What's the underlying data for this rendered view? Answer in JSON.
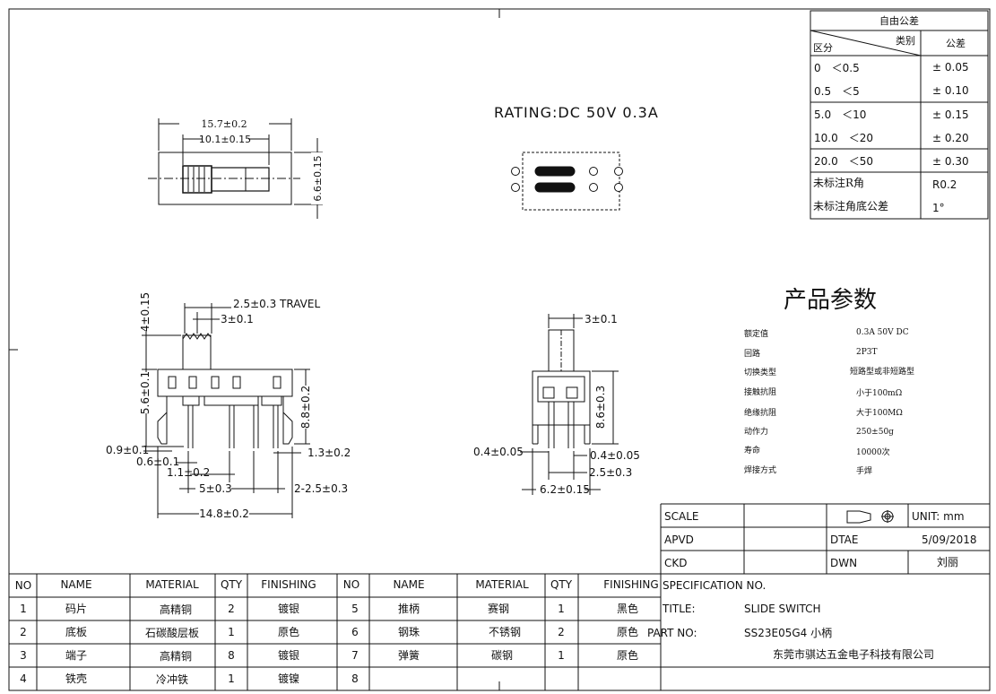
{
  "rating": "RATING:DC 50V 0.3A",
  "tolerance_table": {
    "title": "自由公差",
    "col_category": "类别",
    "col_section": "区分",
    "col_tolerance": "公差",
    "rows": [
      {
        "range": "0　＜0.5",
        "tol": "± 0.05"
      },
      {
        "range": "0.5　＜5",
        "tol": "± 0.10"
      },
      {
        "range": "5.0　＜10",
        "tol": "± 0.15"
      },
      {
        "range": "10.0　＜20",
        "tol": "± 0.20"
      },
      {
        "range": "20.0　＜50",
        "tol": "± 0.30"
      },
      {
        "range": "未标注R角",
        "tol": "R0.2"
      },
      {
        "range": "未标注角底公差",
        "tol": "1°"
      }
    ]
  },
  "params": {
    "title": "产品参数",
    "rows": [
      {
        "k": "额定值",
        "v": "0.3A 50V DC"
      },
      {
        "k": "回路",
        "v": "2P3T"
      },
      {
        "k": "切换类型",
        "v": "短路型或非短路型"
      },
      {
        "k": "接触抗阻",
        "v": "小于100mΩ"
      },
      {
        "k": "绝缘抗阻",
        "v": "大于100MΩ"
      },
      {
        "k": "动作力",
        "v": "250±50g"
      },
      {
        "k": "寿命",
        "v": "10000次"
      },
      {
        "k": "焊接方式",
        "v": "手焊"
      }
    ]
  },
  "dims": {
    "top_overall": "15.7±0.2",
    "top_inner": "10.1±0.15",
    "top_height": "6.6±0.15",
    "travel": "2.5±0.3 TRAVEL",
    "front_3": "3±0.1",
    "front_4": "4±0.15",
    "front_56": "5.6±0.1",
    "front_88": "8.8±0.2",
    "front_09": "0.9±0.1",
    "front_06": "0.6±0.1",
    "front_11": "1.1±0.2",
    "front_13": "1.3±0.2",
    "front_5": "5±0.3",
    "front_225": "2-2.5±0.3",
    "front_148": "14.8±0.2",
    "side_3": "3±0.1",
    "side_86": "8.6±0.3",
    "side_04a": "0.4±0.05",
    "side_04b": "0.4±0.05",
    "side_25": "2.5±0.3",
    "side_62": "6.2±0.15"
  },
  "title_block": {
    "scale_label": "SCALE",
    "unit": "UNIT: mm",
    "apvd_label": "APVD",
    "date_label": "DTAE",
    "date_value": "5/09/2018",
    "ckd_label": "CKD",
    "dwn_label": "DWN",
    "dwn_value": "刘丽",
    "spec": "SPECIFICATION NO.",
    "title_label": "TITLE:",
    "title_value": "SLIDE SWITCH",
    "partno_label": "PART NO:",
    "partno_value": "SS23E05G4 小柄",
    "company": "东莞市骐达五金电子科技有限公司"
  },
  "bom": {
    "headers": [
      "NO",
      "NAME",
      "MATERIAL",
      "QTY",
      "FINISHING",
      "NO",
      "NAME",
      "MATERIAL",
      "QTY",
      "FINISHING"
    ],
    "rows": [
      [
        "1",
        "码片",
        "高精铜",
        "2",
        "镀银",
        "5",
        "推柄",
        "赛钢",
        "1",
        "黑色"
      ],
      [
        "2",
        "底板",
        "石碳酸层板",
        "1",
        "原色",
        "6",
        "钢珠",
        "不锈钢",
        "2",
        "原色"
      ],
      [
        "3",
        "端子",
        "高精铜",
        "8",
        "镀银",
        "7",
        "弹簧",
        "碳钢",
        "1",
        "原色"
      ],
      [
        "4",
        "铁壳",
        "冷冲铁",
        "1",
        "镀镍",
        "8",
        "",
        "",
        "",
        ""
      ]
    ]
  }
}
